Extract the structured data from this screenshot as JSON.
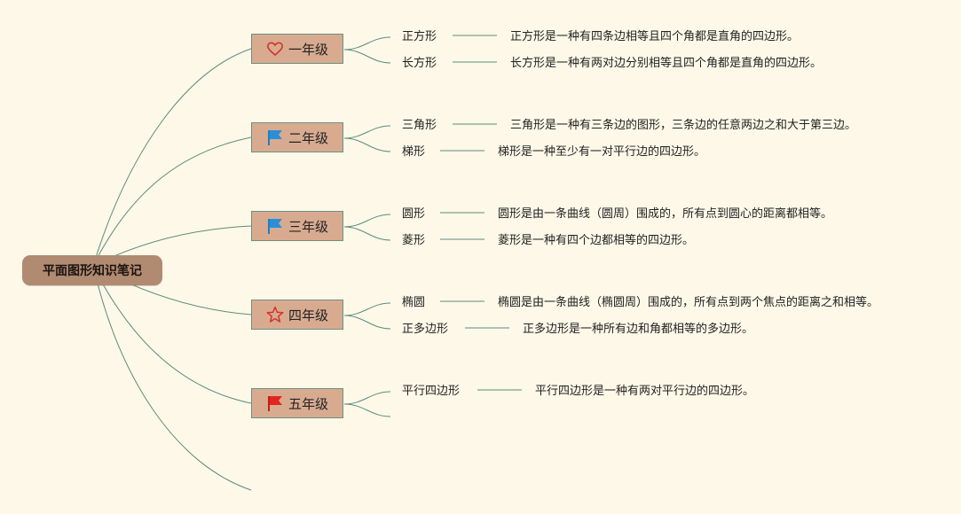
{
  "root": {
    "title": "平面图形知识笔记"
  },
  "grades": [
    {
      "label": "一年级",
      "icon": "heart-icon",
      "topics": [
        {
          "name": "正方形",
          "desc": "正方形是一种有四条边相等且四个角都是直角的四边形。"
        },
        {
          "name": "长方形",
          "desc": "长方形是一种有两对边分别相等且四个角都是直角的四边形。"
        }
      ]
    },
    {
      "label": "二年级",
      "icon": "blue-flag-icon",
      "topics": [
        {
          "name": "三角形",
          "desc": "三角形是一种有三条边的图形，三条边的任意两边之和大于第三边。"
        },
        {
          "name": "梯形",
          "desc": "梯形是一种至少有一对平行边的四边形。"
        }
      ]
    },
    {
      "label": "三年级",
      "icon": "blue-flag-icon",
      "topics": [
        {
          "name": "圆形",
          "desc": "圆形是由一条曲线（圆周）围成的，所有点到圆心的距离都相等。"
        },
        {
          "name": "菱形",
          "desc": "菱形是一种有四个边都相等的四边形。"
        }
      ]
    },
    {
      "label": "四年级",
      "icon": "star-icon",
      "topics": [
        {
          "name": "椭圆",
          "desc": "椭圆是由一条曲线（椭圆周）围成的，所有点到两个焦点的距离之和相等。"
        },
        {
          "name": "正多边形",
          "desc": "正多边形是一种所有边和角都相等的多边形。"
        }
      ]
    },
    {
      "label": "五年级",
      "icon": "red-flag-icon",
      "topics": [
        {
          "name": "平行四边形",
          "desc": "平行四边形是一种有两对平行边的四边形。"
        },
        {
          "name": "",
          "desc": ""
        }
      ]
    }
  ],
  "colors": {
    "background": "#fdf8e8",
    "root": "#b18a72",
    "grade": "#d8ab90",
    "line": "#5d8c7b"
  }
}
